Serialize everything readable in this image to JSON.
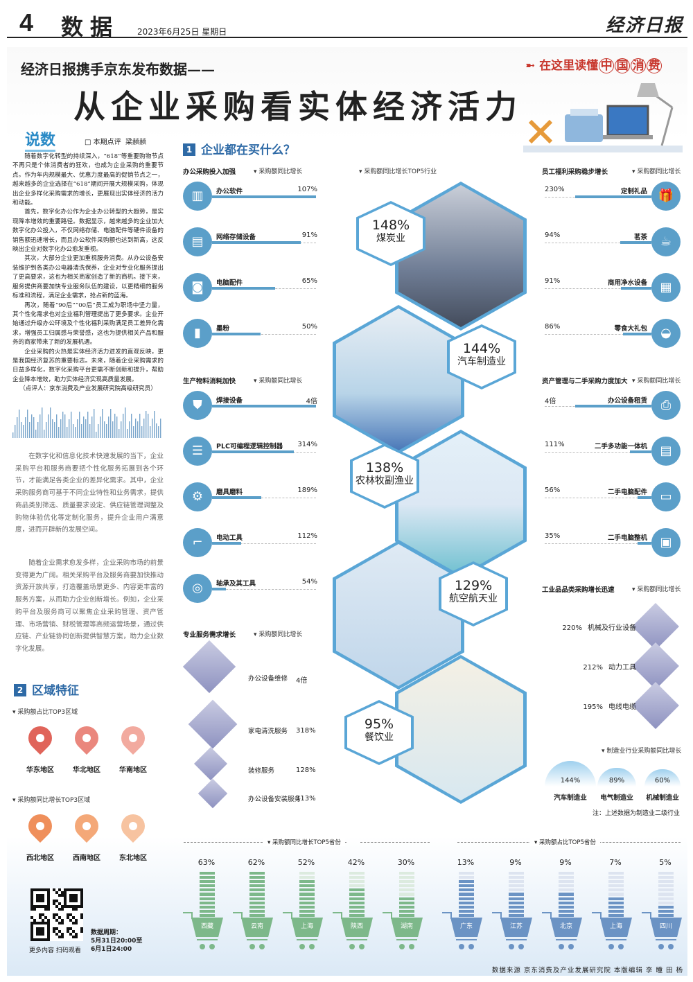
{
  "masthead": {
    "page_number": "4",
    "section": "数据",
    "date": "2023年6月25日  星期日",
    "paper_name": "经济日报"
  },
  "header": {
    "kicker": "经济日报携手京东发布数据——",
    "headline": "从企业采购看实体经济活力",
    "series_prefix": "在这里读懂",
    "series_circled": [
      "中",
      "国",
      "消",
      "费"
    ]
  },
  "commentary": {
    "title": "说数",
    "column": "本期点评",
    "author": "梁赪赪",
    "paragraphs": [
      "随着数字化转型的持续深入，“618”等重要购物节点不再只是个体消费者的狂欢，也成为企业采购的重要节点。作为年内规模最大、优惠力度最高的促销节点之一，越来越多的企业选择在“618”期间开展大规模采购，体现出企业多样化采购需求的增长，更展现出实体经济的活力和动能。",
      "首先，数字化办公作为企业办公转型的大趋势，是实现降本增效的重要路径。数据显示，越来越多的企业加大数字化办公投入，不仅网络存储、电脑配件等硬件设备的销售额迅速增长，而且办公软件采购额也达到新高，这反映出企业对数字化办公愈发重视。",
      "其次，大部分企业更加重视服务消费。从办公设备安装维护到各类办公电器清洗保养，企业对专业化服务提出了更高要求，这也为相关商家创造了新的商机。接下来，服务提供商要加快专业服务队伍的建设，以更精细的服务标准和流程，满足企业需求，抢占新的蓝海。",
      "再次，随着“90后”“00后”员工成为职场中坚力量，其个性化需求也对企业福利管理提出了更多要求。企业开始通过升级办公环境及个性化福利采购满足员工差异化需求，增强员工归属感与荣誉感，这也为提供相关产品和服务的商家带来了新的发展机遇。",
      "企业采购的火热是实体经济活力迸发的直观反映，更是我国经济复苏的重要标志。未来，随着企业采购需求的日益多样化，数字化采购平台更需不断创新和提升，帮助企业降本增效，助力实体经济实现高质量发展。"
    ],
    "reviewer": "（点评人：京东消费及产业发展研究院高级研究员）"
  },
  "notes": [
    "在数字化和信息化技术快速发展的当下，企业采购平台和服务商要把个性化服务拓展到各个环节，才能满足各类企业的差异化需求。其中，企业采购服务商可基于不同企业特性和业务需求，提供商品类别筛选、质量要求设定、供应链管理调整及购物体验优化等定制化服务，提升企业用户满意度，进而开辟新的发展空间。",
    "随着企业需求愈发多样，企业采购市场的前景变得更为广阔。相关采购平台及服务商要加快推动资源开放共享，打造覆盖场景更多、内容更丰富的服务方案，从而助力企业创新增长。例如，企业采购平台及服务商可以聚焦企业采购管理、资产管理、市场营销、财税管理等高频运营场景，通过供应链、产业链协同创新提供智慧方案，助力企业数字化发展。"
  ],
  "section1": {
    "number": "1",
    "title": "企业都在买什么？",
    "office": {
      "title": "办公采购投入加强",
      "metric": "采购额同比增长",
      "items": [
        {
          "name": "办公软件",
          "value": "107%",
          "pct": 107,
          "icon": "software-icon"
        },
        {
          "name": "网络存储设备",
          "value": "91%",
          "pct": 91,
          "icon": "storage-icon"
        },
        {
          "name": "电脑配件",
          "value": "65%",
          "pct": 65,
          "icon": "pc-parts-icon"
        },
        {
          "name": "墨粉",
          "value": "50%",
          "pct": 50,
          "icon": "toner-icon"
        }
      ]
    },
    "production": {
      "title": "生产物料消耗加快",
      "metric": "采购额同比增长",
      "items": [
        {
          "name": "焊接设备",
          "value": "4倍",
          "pct": 400,
          "icon": "welding-icon"
        },
        {
          "name": "PLC可编程逻辑控制器",
          "value": "314%",
          "pct": 314,
          "icon": "plc-icon"
        },
        {
          "name": "磨具磨料",
          "value": "189%",
          "pct": 189,
          "icon": "abrasive-icon"
        },
        {
          "name": "电动工具",
          "value": "112%",
          "pct": 112,
          "icon": "drill-icon"
        },
        {
          "name": "轴承及其工具",
          "value": "54%",
          "pct": 54,
          "icon": "bearing-icon"
        }
      ]
    },
    "services": {
      "title": "专业服务需求增长",
      "metric": "采购额同比增长",
      "items": [
        {
          "name": "办公设备维修",
          "value": "4倍"
        },
        {
          "name": "家电清洗服务",
          "value": "318%"
        },
        {
          "name": "装修服务",
          "value": "128%"
        },
        {
          "name": "办公设备安装服务",
          "value": "113%"
        }
      ]
    },
    "top5": {
      "title": "采购额同比增长TOP5行业",
      "items": [
        {
          "value": "148%",
          "name": "煤炭业"
        },
        {
          "value": "144%",
          "name": "汽车制造业"
        },
        {
          "value": "138%",
          "name": "农林牧副渔业"
        },
        {
          "value": "129%",
          "name": "航空航天业"
        },
        {
          "value": "95%",
          "name": "餐饮业"
        }
      ]
    },
    "welfare": {
      "title": "员工福利采购稳步增长",
      "metric": "采购额同比增长",
      "items": [
        {
          "name": "定制礼品",
          "value": "230%",
          "pct": 230,
          "icon": "gift-icon"
        },
        {
          "name": "茗茶",
          "value": "94%",
          "pct": 94,
          "icon": "teapot-icon"
        },
        {
          "name": "商用净水设备",
          "value": "91%",
          "pct": 91,
          "icon": "water-purifier-icon"
        },
        {
          "name": "零食大礼包",
          "value": "86%",
          "pct": 86,
          "icon": "snack-icon"
        }
      ]
    },
    "assets": {
      "title": "资产管理与二手采购力度加大",
      "metric": "采购额同比增长",
      "items": [
        {
          "name": "办公设备租赁",
          "value": "4倍",
          "pct": 400,
          "icon": "printer-icon"
        },
        {
          "name": "二手多功能一体机",
          "value": "111%",
          "pct": 111,
          "icon": "copier-icon"
        },
        {
          "name": "二手电脑配件",
          "value": "56%",
          "pct": 56,
          "icon": "memory-icon"
        },
        {
          "name": "二手电脑整机",
          "value": "35%",
          "pct": 35,
          "icon": "computer-icon"
        }
      ]
    },
    "industrial": {
      "title": "工业品品类采购增长迅速",
      "metric": "采购额同比增长",
      "items": [
        {
          "value": "220%",
          "name": "机械及行业设备"
        },
        {
          "value": "212%",
          "name": "动力工具"
        },
        {
          "value": "195%",
          "name": "电线电缆"
        }
      ]
    },
    "manufacturing": {
      "metric": "制造业行业采购额同比增长",
      "items": [
        {
          "value": "144%",
          "name": "汽车制造业"
        },
        {
          "value": "89%",
          "name": "电气制造业"
        },
        {
          "value": "60%",
          "name": "机械制造业"
        }
      ],
      "note": "注：上述数据为制造业二级行业"
    }
  },
  "section2": {
    "number": "2",
    "title": "区域特征",
    "share": {
      "title": "采购额占比TOP3区域",
      "items": [
        "华东地区",
        "华北地区",
        "华南地区"
      ],
      "colors": [
        "#e0645a",
        "#ea877d",
        "#f2aa9f"
      ]
    },
    "growth": {
      "title": "采购额同比增长TOP3区域",
      "items": [
        "西北地区",
        "西南地区",
        "东北地区"
      ],
      "colors": [
        "#ef8f5b",
        "#f4a878",
        "#f7c3a0"
      ]
    }
  },
  "provinces": {
    "growth": {
      "title": "采购额同比增长TOP5省份",
      "items": [
        {
          "name": "西藏",
          "value": "63%",
          "pct": 63
        },
        {
          "name": "云南",
          "value": "62%",
          "pct": 62
        },
        {
          "name": "上海",
          "value": "52%",
          "pct": 52
        },
        {
          "name": "陕西",
          "value": "42%",
          "pct": 42
        },
        {
          "name": "湖南",
          "value": "30%",
          "pct": 30
        }
      ],
      "color": "#7db88a"
    },
    "share": {
      "title": "采购额占比TOP5省份",
      "items": [
        {
          "name": "广东",
          "value": "13%",
          "pct": 13
        },
        {
          "name": "江苏",
          "value": "9%",
          "pct": 9
        },
        {
          "name": "北京",
          "value": "9%",
          "pct": 9
        },
        {
          "name": "上海",
          "value": "7%",
          "pct": 7
        },
        {
          "name": "四川",
          "value": "5%",
          "pct": 5
        }
      ],
      "color": "#6b93c4"
    }
  },
  "footer": {
    "qr_caption": "更多内容 扫码观看",
    "period_label": "数据周期：",
    "period_start": "5月31日20:00至",
    "period_end": "6月1日24:00",
    "credits": "数据来源  京东消费及产业发展研究院  本版编辑  李  瞳  田  杨"
  }
}
